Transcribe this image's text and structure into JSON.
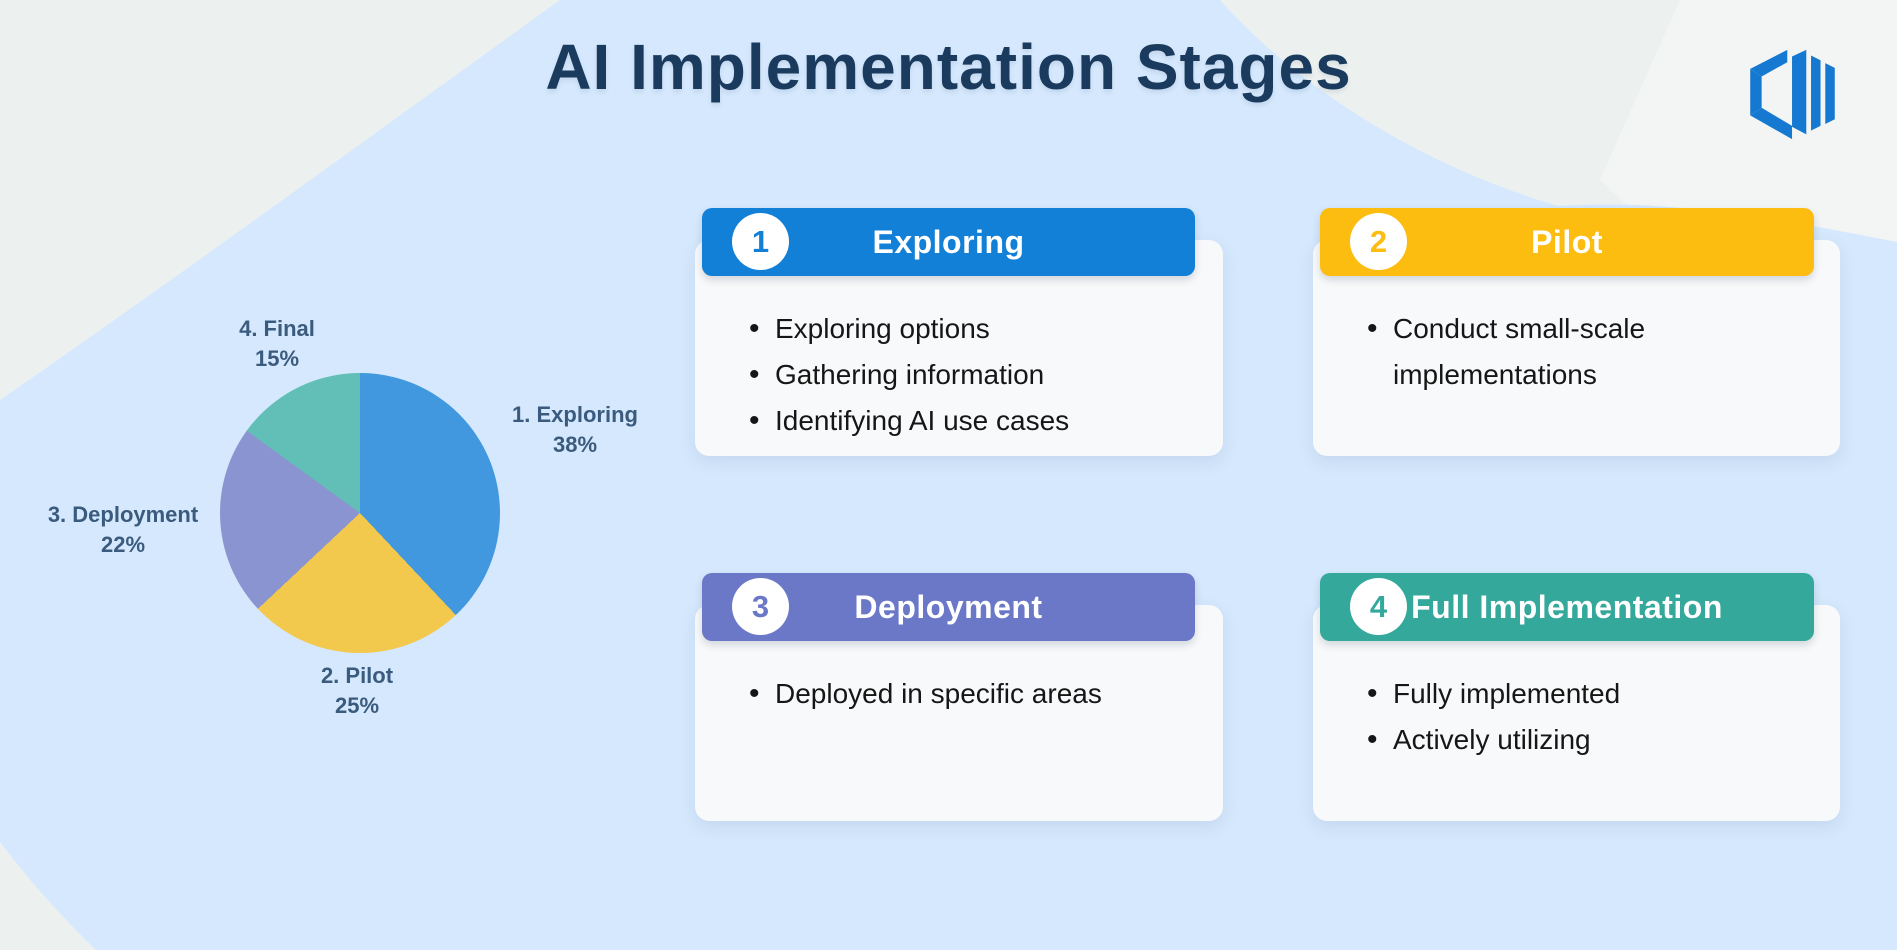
{
  "title": "AI Implementation Stages",
  "logo": {
    "icon": "hexagon-bars-logo",
    "color": "#1679D1"
  },
  "palette": {
    "background_base": "#ECF1F0",
    "cloud_blue": "#D5E8FD",
    "title_text": "#1A3B5D",
    "pie_label_text": "#3A5B7D",
    "card_body_bg": "#F8F9FA"
  },
  "chart_data": {
    "type": "pie",
    "title": "AI Implementation Stages distribution",
    "direction": "clockwise",
    "start_angle_deg": 0,
    "legend_position": "labels-around-pie",
    "slices": [
      {
        "label": "1. Exploring",
        "pct_label": "38%",
        "value": 38,
        "color": "#4298DF"
      },
      {
        "label": "2. Pilot",
        "pct_label": "25%",
        "value": 25,
        "color": "#F2C94C"
      },
      {
        "label": "3. Deployment",
        "pct_label": "22%",
        "value": 22,
        "color": "#8A94D0"
      },
      {
        "label": "4. Final",
        "pct_label": "15%",
        "value": 15,
        "color": "#62BFB7"
      }
    ]
  },
  "cards": [
    {
      "number": "1",
      "title": "Exploring",
      "header_color": "#1380D8",
      "bullets": [
        "Exploring options",
        "Gathering information",
        "Identifying AI use cases"
      ]
    },
    {
      "number": "2",
      "title": "Pilot",
      "header_color": "#FCBC10",
      "bullets": [
        "Conduct small-scale implementations"
      ]
    },
    {
      "number": "3",
      "title": "Deployment",
      "header_color": "#6B78C8",
      "bullets": [
        "Deployed in specific areas"
      ]
    },
    {
      "number": "4",
      "title": "Full Implementation",
      "header_color": "#35A89C",
      "bullets": [
        "Fully implemented",
        "Actively utilizing"
      ]
    }
  ]
}
